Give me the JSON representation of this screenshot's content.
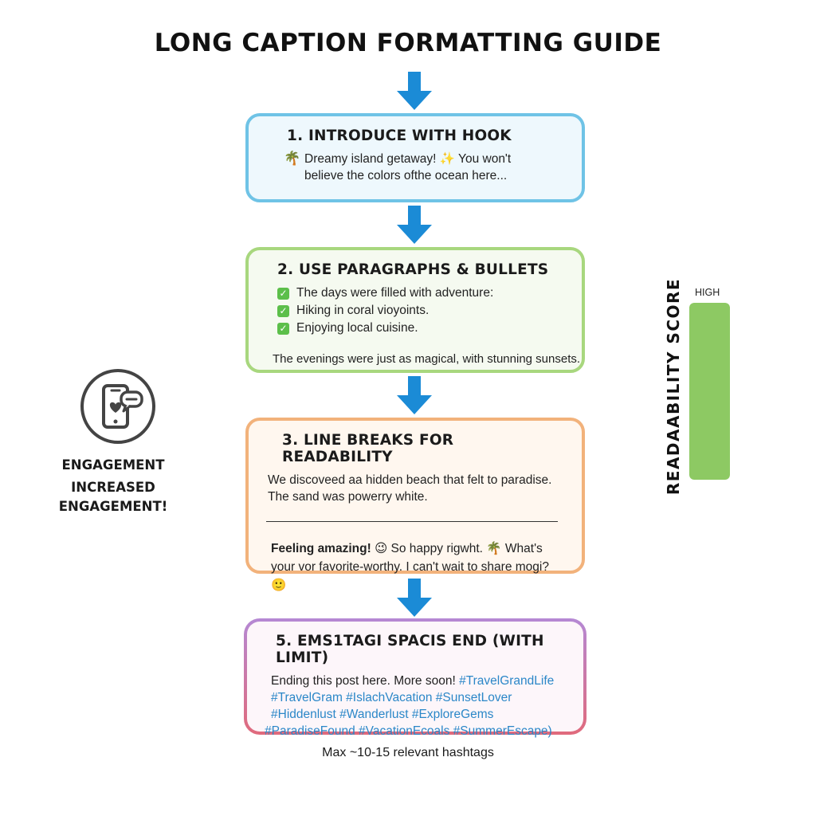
{
  "title": "LONG CAPTION FORMATTING GUIDE",
  "colors": {
    "arrow": "#1b8bd6",
    "card1": "#6fc3e6",
    "card2": "#a8d77e",
    "card3": "#f2b27b",
    "card5_top": "#b588d4",
    "card5_bottom": "#e06a7c",
    "hashtag": "#2b87c8",
    "score_fill": "#8dc963"
  },
  "step1": {
    "title": "1. INTRODUCE WITH HOOK",
    "emoji": "🌴",
    "line1": "Dreamy island getaway! ✨ You won't",
    "line2": "believe the colors ofthe ocean here..."
  },
  "step2": {
    "title": "2. USE PARAGRAPHS & BULLETS",
    "bullets": [
      "The days were filled with adventure:",
      "Hiking in coral vioyoints.",
      "Enjoying local cuisine."
    ],
    "closing": "The evenings were just as magical, with stunning sunsets."
  },
  "step3": {
    "title": "3. LINE BREAKS FOR READABILITY",
    "line1": "We discoveed aa hidden beach that felt to paradise.",
    "line2": "The sand was powerry white.",
    "feeling_bold": "Feeling amazing!",
    "feeling_line1": " 😉 So happy rigwht. 🌴 What's",
    "feeling_line2": "your vor favorite-worthy. I can't wait to share mogi? 🙂"
  },
  "step5": {
    "title": "5. EMS1TAGI SPACIS END (WITH LIMIT)",
    "intro": "Ending this post here. More soon! ",
    "tags_line1": "#TravelGrandLife",
    "tags_line2": "#TravelGram #IslachVacation #SunsetLover",
    "tags_line3": "#Hiddenlust #Wanderlust #ExploreGems",
    "tags_line4": "#ParadiseFound #VacationEcoals #SummerEscape)"
  },
  "note": "Max ~10-15 relevant hashtags",
  "engagement": {
    "icon": "phone-heart-chat-icon",
    "label1": "ENGAGEMENT",
    "label2": "INCREASED",
    "label3": "ENGAGEMENT!"
  },
  "readability": {
    "label": "READAABILITY SCORE",
    "level_label": "HIGH",
    "level": 1.0
  }
}
